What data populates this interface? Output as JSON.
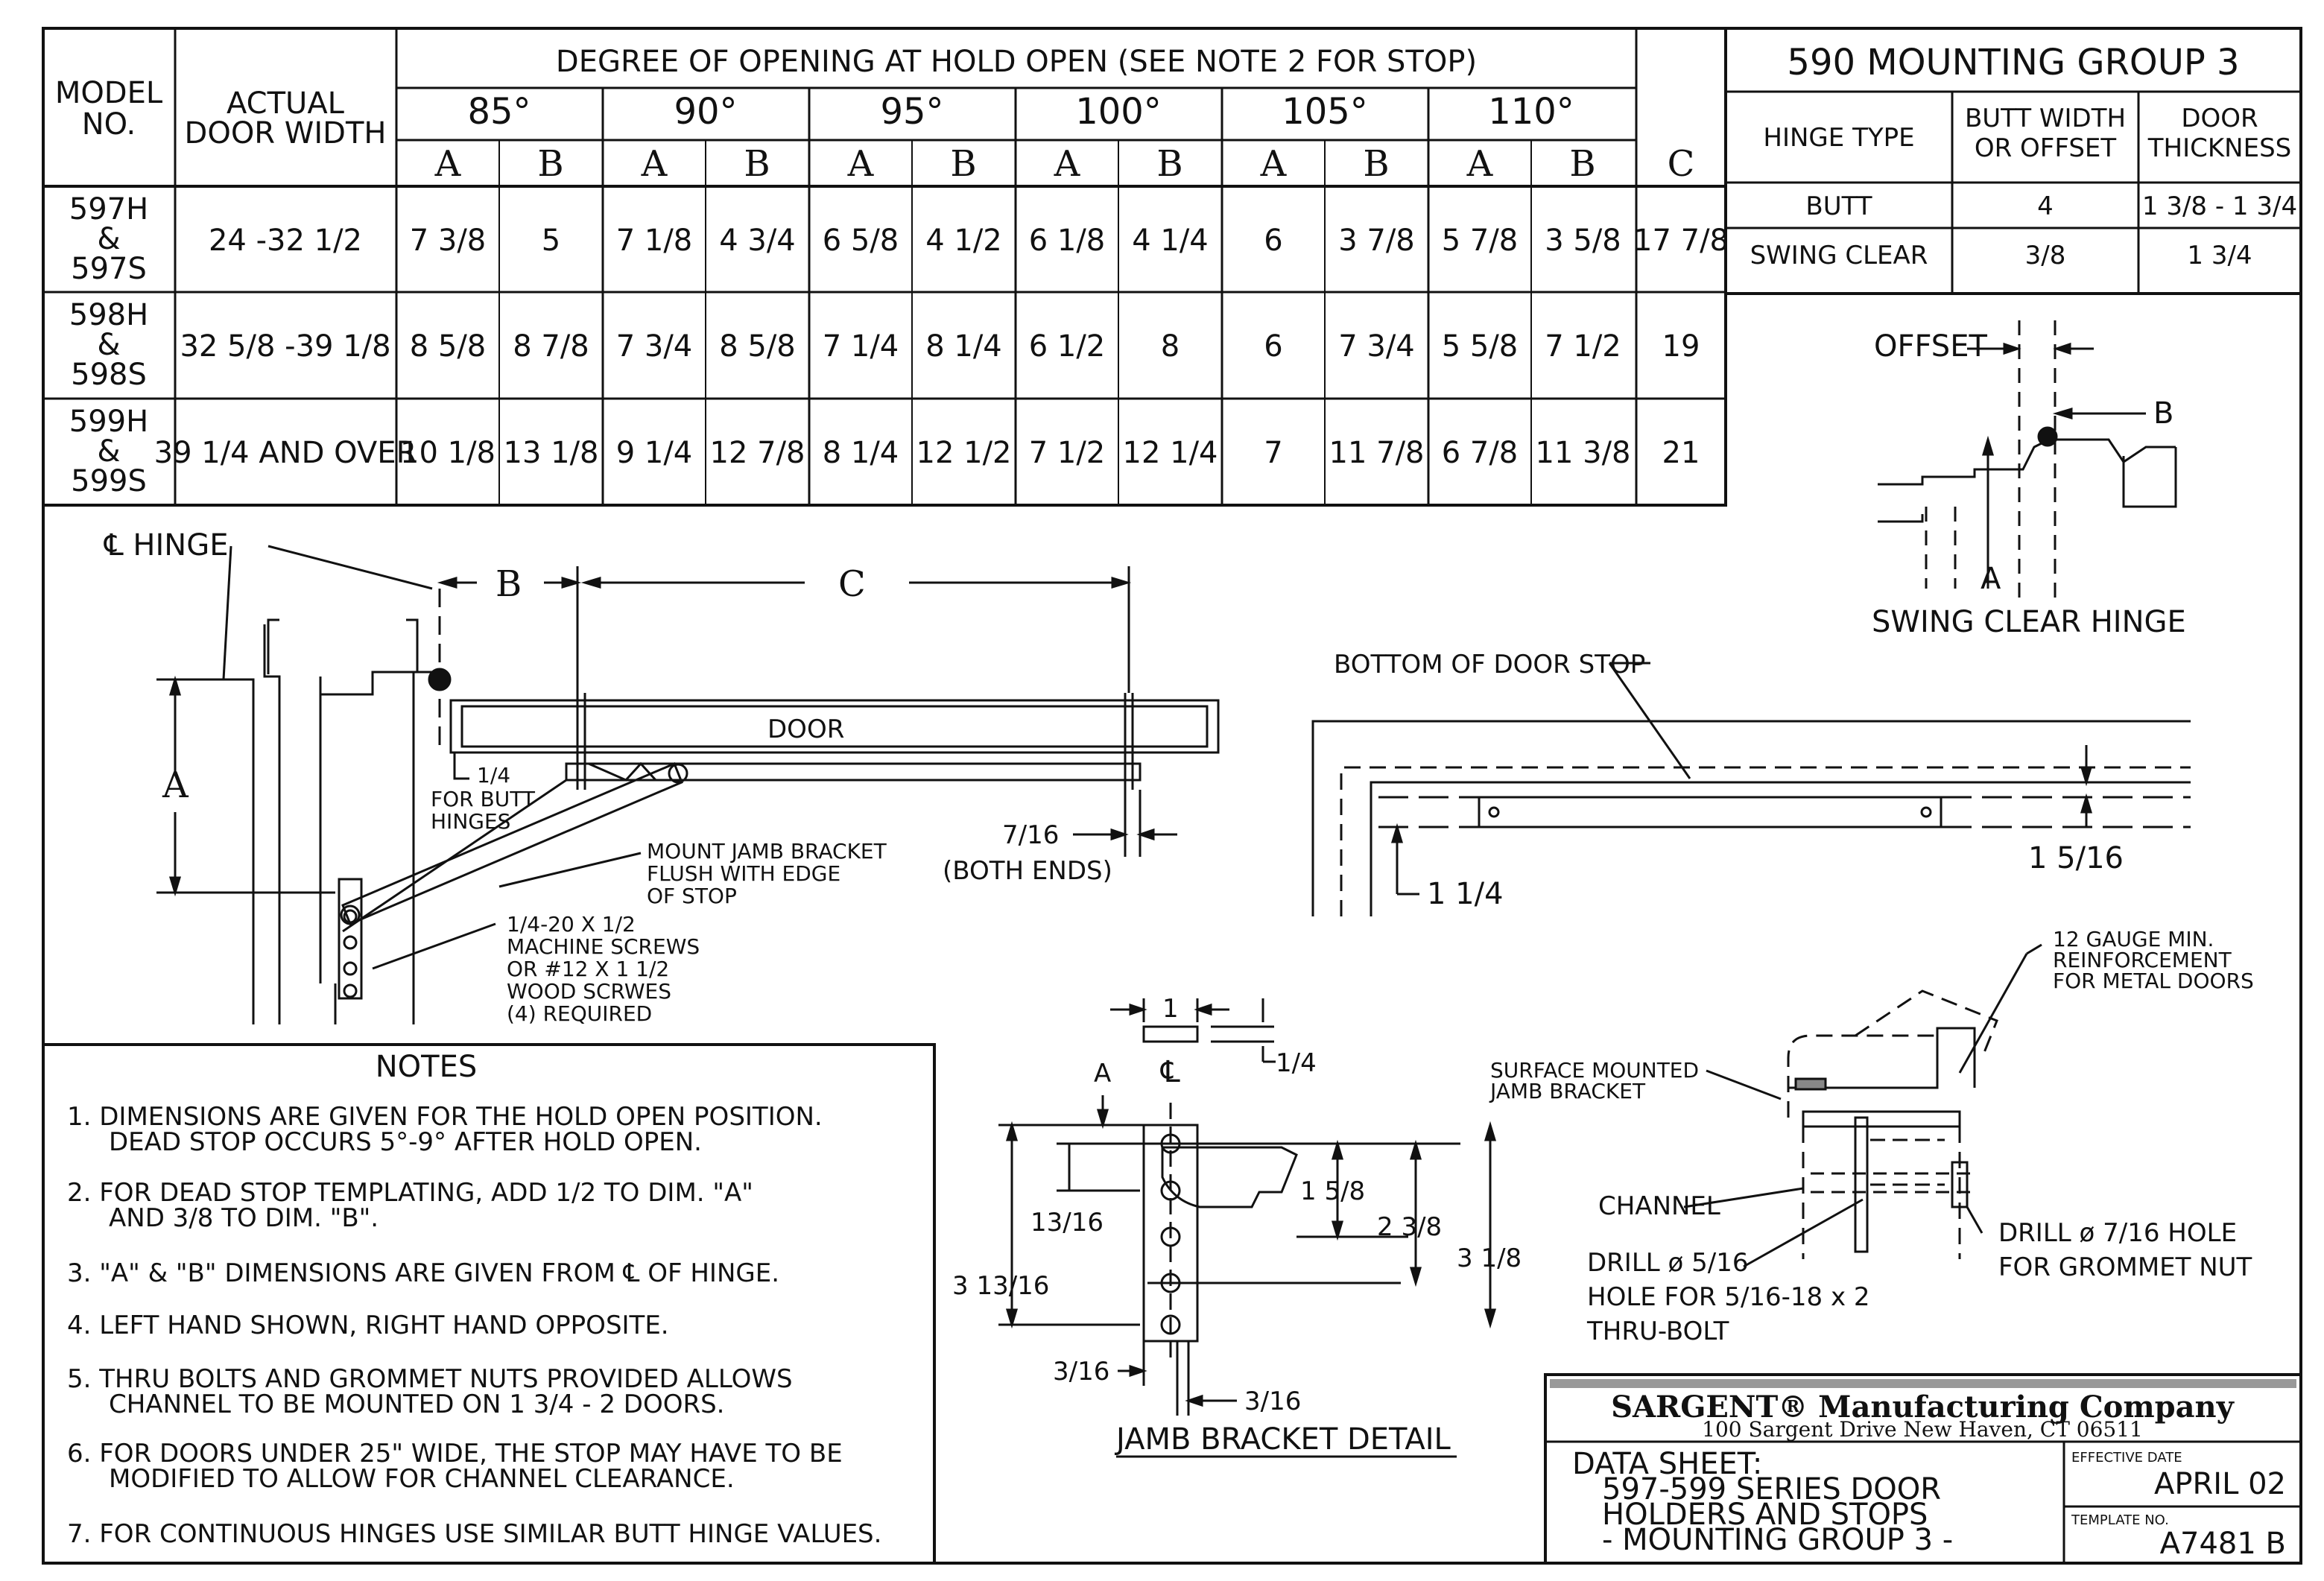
{
  "main_table": {
    "headers": {
      "model": [
        "MODEL",
        "NO."
      ],
      "width": [
        "ACTUAL",
        "DOOR WIDTH"
      ],
      "degree": "DEGREE OF OPENING AT HOLD OPEN (SEE NOTE 2 FOR STOP)",
      "angles": [
        "85°",
        "90°",
        "95°",
        "100°",
        "105°",
        "110°"
      ],
      "a": "A",
      "b": "B",
      "c": "C"
    },
    "rows": [
      {
        "model": [
          "597H",
          "&",
          "597S"
        ],
        "width": "24 -32 1/2",
        "values": [
          "7 3/8",
          "5",
          "7 1/8",
          "4 3/4",
          "6 5/8",
          "4 1/2",
          "6 1/8",
          "4 1/4",
          "6",
          "3 7/8",
          "5 7/8",
          "3 5/8"
        ],
        "c": "17 7/8"
      },
      {
        "model": [
          "598H",
          "&",
          "598S"
        ],
        "width": "32 5/8 -39 1/8",
        "values": [
          "8 5/8",
          "8 7/8",
          "7 3/4",
          "8 5/8",
          "7 1/4",
          "8 1/4",
          "6 1/2",
          "8",
          "6",
          "7 3/4",
          "5 5/8",
          "7 1/2"
        ],
        "c": "19"
      },
      {
        "model": [
          "599H",
          "&",
          "599S"
        ],
        "width": "39 1/4 AND OVER",
        "values": [
          "10 1/8",
          "13 1/8",
          "9 1/4",
          "12 7/8",
          "8 1/4",
          "12 1/2",
          "7 1/2",
          "12 1/4",
          "7",
          "11 7/8",
          "6 7/8",
          "11 3/8"
        ],
        "c": "21"
      }
    ]
  },
  "group_table": {
    "title": "590 MOUNTING GROUP 3",
    "headers": {
      "hinge_type": "HINGE TYPE",
      "butt_width": [
        "BUTT WIDTH",
        "OR OFFSET"
      ],
      "door_thickness": [
        "DOOR",
        "THICKNESS"
      ]
    },
    "rows": [
      {
        "hinge_type": "BUTT",
        "butt_width": "4",
        "door_thickness": "1 3/8 - 1 3/4"
      },
      {
        "hinge_type": "SWING CLEAR",
        "butt_width": "3/8",
        "door_thickness": "1 3/4"
      }
    ]
  },
  "swing_clear": {
    "offset": "OFFSET",
    "b": "B",
    "a": "A",
    "caption": "SWING CLEAR HINGE"
  },
  "main_drawing": {
    "cl_hinge": "℄ HINGE",
    "b": "B",
    "c": "C",
    "a": "A",
    "door": "DOOR",
    "butt_note": [
      "1/4",
      "FOR BUTT",
      "HINGES"
    ],
    "mount_note": [
      "MOUNT JAMB BRACKET",
      "FLUSH WITH EDGE",
      "OF STOP"
    ],
    "end_dim": "7/16",
    "both_ends": "(BOTH ENDS)",
    "screw_note": [
      "1/4-20 X 1/2",
      "MACHINE SCREWS",
      "OR #12 X 1 1/2",
      "WOOD SCRWES",
      "(4) REQUIRED"
    ]
  },
  "stop_drawing": {
    "label": "BOTTOM OF DOOR STOP",
    "dim_left": "1 1/4",
    "dim_right": "1 5/16"
  },
  "notes": {
    "title": "NOTES",
    "items": [
      [
        "1. DIMENSIONS ARE GIVEN FOR THE HOLD OPEN POSITION.",
        "DEAD STOP OCCURS 5°-9° AFTER HOLD OPEN."
      ],
      [
        "2. FOR DEAD STOP TEMPLATING, ADD 1/2 TO DIM. \"A\"",
        "AND 3/8 TO DIM. \"B\"."
      ],
      [
        "3. \"A\" & \"B\" DIMENSIONS ARE GIVEN FROM ℄ OF HINGE."
      ],
      [
        "4. LEFT HAND SHOWN, RIGHT HAND OPPOSITE."
      ],
      [
        "5. THRU BOLTS AND GROMMET NUTS PROVIDED ALLOWS",
        "CHANNEL TO BE MOUNTED ON 1 3/4 - 2 DOORS."
      ],
      [
        "6. FOR DOORS UNDER 25\" WIDE, THE STOP MAY HAVE TO BE",
        "MODIFIED TO ALLOW FOR CHANNEL CLEARANCE."
      ],
      [
        "7. FOR CONTINUOUS HINGES USE SIMILAR BUTT HINGE VALUES."
      ]
    ]
  },
  "jamb_detail": {
    "caption": "JAMB BRACKET DETAIL",
    "d_1": "1",
    "d_quarter": "1/4",
    "a": "A",
    "cl": "℄",
    "d_13_16": "13/16",
    "d_1_5_8": "1 5/8",
    "d_2_3_8": "2 3/8",
    "d_3_1_8": "3 1/8",
    "d_3_13_16": "3 13/16",
    "d_3_16a": "3/16",
    "d_3_16b": "3/16"
  },
  "section": {
    "reinf": [
      "12 GAUGE MIN.",
      "REINFORCEMENT",
      "FOR METAL DOORS"
    ],
    "surface": [
      "SURFACE MOUNTED",
      "JAMB BRACKET"
    ],
    "channel": "CHANNEL",
    "drill_left": [
      "DRILL ø 5/16",
      "HOLE FOR 5/16-18 x 2",
      "THRU-BOLT"
    ],
    "drill_right": [
      "DRILL ø 7/16 HOLE",
      "FOR GROMMET NUT"
    ]
  },
  "title_block": {
    "company": "SARGENT® Manufacturing Company",
    "address": "100 Sargent Drive New Haven, CT 06511",
    "data_sheet": [
      "DATA SHEET:",
      "597-599 SERIES DOOR",
      "HOLDERS AND STOPS",
      "- MOUNTING GROUP 3 -"
    ],
    "effective_label": "EFFECTIVE DATE",
    "effective_date": "APRIL 02",
    "template_label": "TEMPLATE NO.",
    "template_no": "A7481 B"
  }
}
